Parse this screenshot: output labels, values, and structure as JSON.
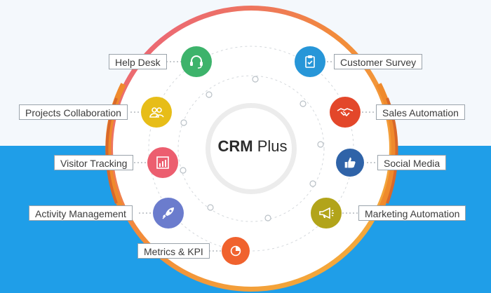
{
  "center": {
    "brand": "CRM",
    "product": "Plus"
  },
  "features": [
    {
      "id": "help-desk",
      "label": "Help Desk",
      "icon": "headset-icon",
      "color": "#3db36b"
    },
    {
      "id": "projects-collaboration",
      "label": "Projects Collaboration",
      "icon": "people-icon",
      "color": "#e7bd18"
    },
    {
      "id": "visitor-tracking",
      "label": "Visitor Tracking",
      "icon": "chart-icon",
      "color": "#ec5e6f"
    },
    {
      "id": "activity-management",
      "label": "Activity Management",
      "icon": "rocket-icon",
      "color": "#6b7ccd"
    },
    {
      "id": "metrics-kpi",
      "label": "Metrics & KPI",
      "icon": "pie-icon",
      "color": "#f0622e"
    },
    {
      "id": "customer-survey",
      "label": "Customer Survey",
      "icon": "clipboard-icon",
      "color": "#2796d8"
    },
    {
      "id": "sales-automation",
      "label": "Sales Automation",
      "icon": "handshake-icon",
      "color": "#e3472a"
    },
    {
      "id": "social-media",
      "label": "Social Media",
      "icon": "thumbs-up-icon",
      "color": "#2f63a8"
    },
    {
      "id": "marketing-automation",
      "label": "Marketing Automation",
      "icon": "megaphone-icon",
      "color": "#b2a41a"
    }
  ]
}
